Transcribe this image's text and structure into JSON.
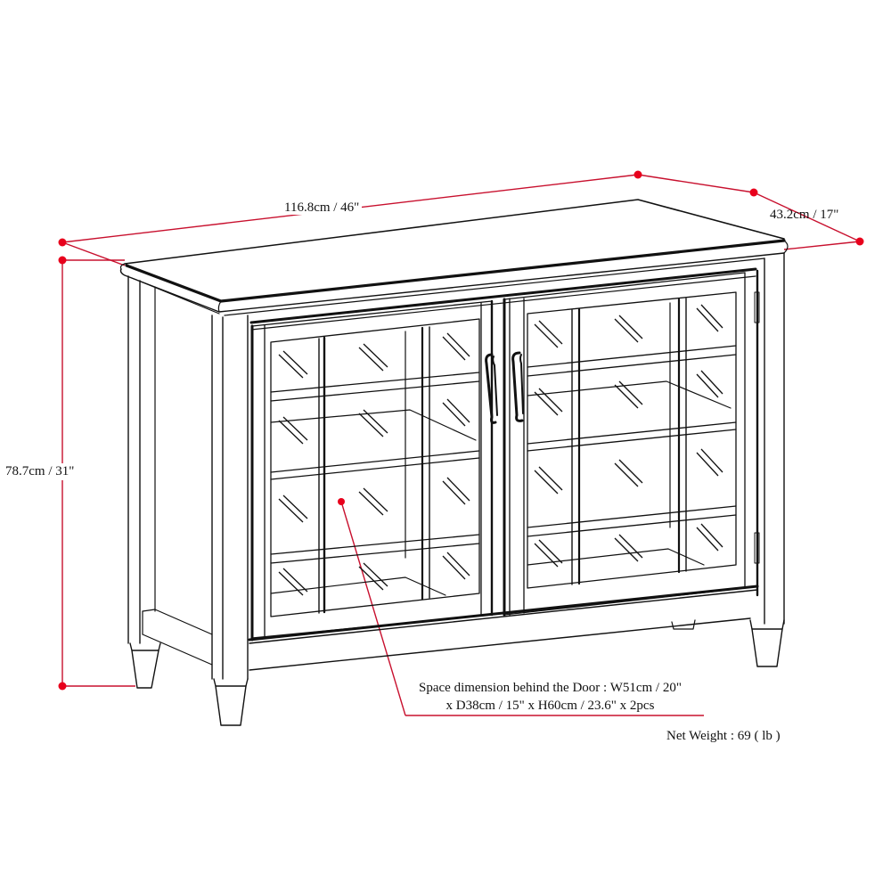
{
  "diagram": {
    "type": "product-dimension-drawing",
    "subject": "two-door glass cabinet / sideboard",
    "line_color": "#111111",
    "dimension_color": "#c8102e",
    "dimensions": {
      "width": "116.8cm / 46\"",
      "depth": "43.2cm / 17\"",
      "height": "78.7cm / 31\""
    },
    "callout": {
      "line1": "Space dimension behind the Door : W51cm / 20\"",
      "line2": "x D38cm / 15\" x H60cm / 23.6\" x 2pcs"
    },
    "net_weight": "Net Weight : 69 ( lb )",
    "features": {
      "doors": 2,
      "door_handles": 2,
      "glass_panes_per_door": 12,
      "legs_visible": 4
    }
  }
}
